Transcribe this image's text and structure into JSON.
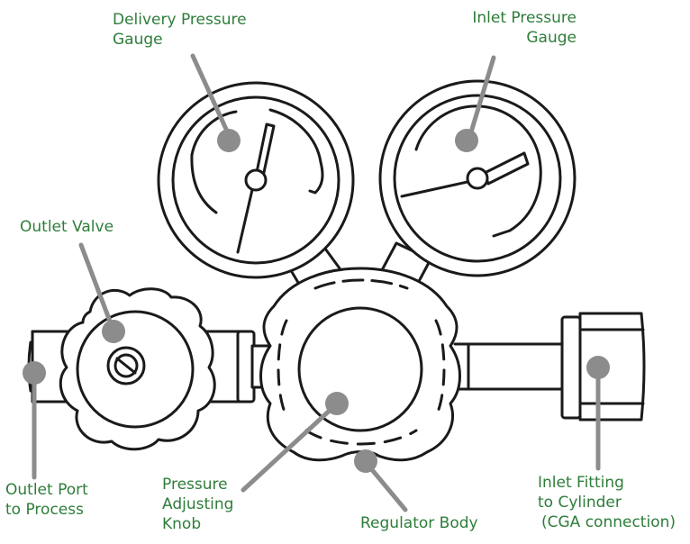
{
  "diagram": {
    "labels": {
      "delivery_gauge": [
        "Delivery Pressure",
        "Gauge"
      ],
      "inlet_gauge": [
        "Inlet Pressure",
        "Gauge"
      ],
      "outlet_valve": [
        "Outlet Valve"
      ],
      "outlet_port": [
        "Outlet Port",
        "to Process"
      ],
      "adjusting_knob": [
        "Pressure",
        "Adjusting",
        "Knob"
      ],
      "regulator_body": [
        "Regulator Body"
      ],
      "inlet_fitting": [
        "Inlet Fitting",
        "to Cylinder",
        "(CGA connection)"
      ]
    },
    "colors": {
      "label_text": "#2e7d3a",
      "leader": "#8c8c8c",
      "ink": "#1a1a1a",
      "background": "#ffffff"
    }
  }
}
